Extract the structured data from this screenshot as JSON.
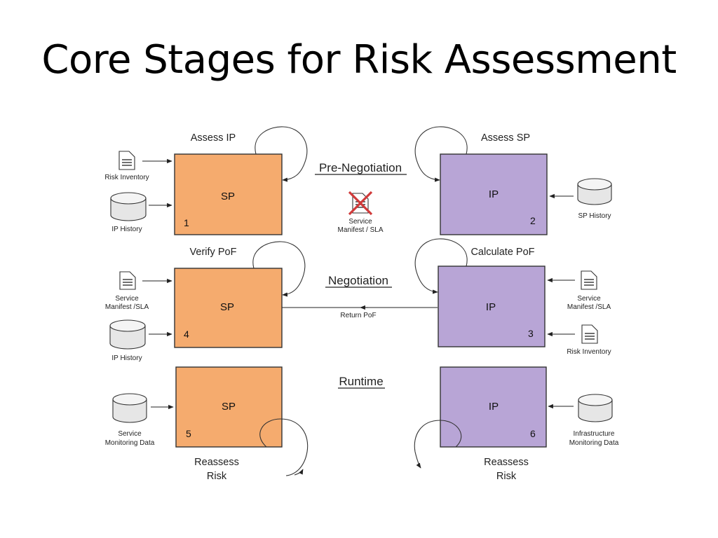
{
  "title": "Core Stages for Risk Assessment",
  "colors": {
    "sp_box": "#f5ab6e",
    "ip_box": "#b8a5d6",
    "blocked_mark": "#d03a3a"
  },
  "phases": {
    "pre_negotiation": "Pre-Negotiation",
    "negotiation": "Negotiation",
    "runtime": "Runtime"
  },
  "stages": {
    "assess_ip": {
      "label": "Assess IP",
      "box": "SP",
      "number": "1"
    },
    "assess_sp": {
      "label": "Assess SP",
      "box": "IP",
      "number": "2"
    },
    "calculate_pof": {
      "label": "Calculate PoF",
      "box": "IP",
      "number": "3"
    },
    "verify_pof": {
      "label": "Verify PoF",
      "box": "SP",
      "number": "4"
    },
    "reassess_sp": {
      "label_line1": "Reassess",
      "label_line2": "Risk",
      "box": "SP",
      "number": "5"
    },
    "reassess_ip": {
      "label_line1": "Reassess",
      "label_line2": "Risk",
      "box": "IP",
      "number": "6"
    }
  },
  "inputs": {
    "risk_inventory_1": "Risk Inventory",
    "ip_history_1": "IP History",
    "sp_history": "SP History",
    "service_manifest_4_line1": "Service",
    "service_manifest_4_line2": "Manifest /SLA",
    "ip_history_4": "IP History",
    "service_manifest_3_line1": "Service",
    "service_manifest_3_line2": "Manifest /SLA",
    "risk_inventory_3": "Risk Inventory",
    "service_monitoring_line1": "Service",
    "service_monitoring_line2": "Monitoring Data",
    "infra_monitoring_line1": "Infrastructure",
    "infra_monitoring_line2": "Monitoring Data"
  },
  "blocked_item": {
    "line1": "Service",
    "line2": "Manifest / SLA",
    "icon": "crossed-document-icon"
  },
  "return_pof": "Return PoF"
}
